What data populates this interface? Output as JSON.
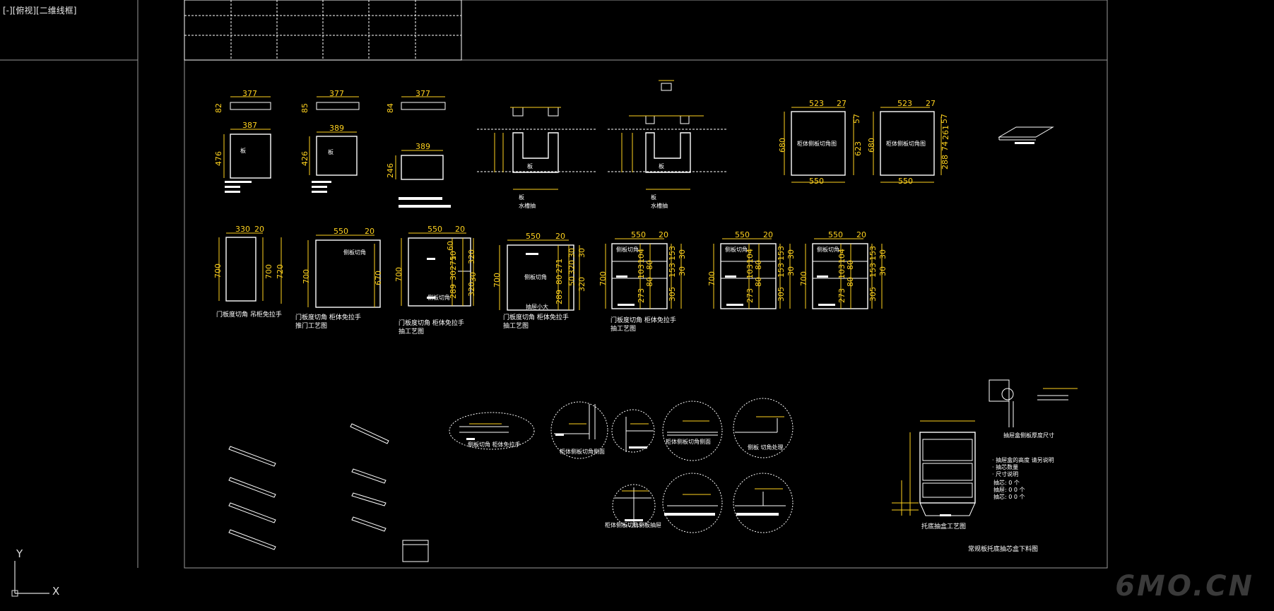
{
  "viewport": {
    "label": "[-][俯视][二维线框]"
  },
  "ucs": {
    "y_label": "Y",
    "x_label": "X"
  },
  "watermark": "6MO.CN",
  "colors": {
    "background": "#000000",
    "lines": "#ffffff",
    "dimension": "#ffd21e",
    "frame": "#bdbdbd"
  },
  "row1": {
    "dims_377": [
      "377",
      "377",
      "377"
    ],
    "dims_small": [
      "82",
      "85",
      "84"
    ],
    "dims_top2": [
      "387",
      "389",
      "389"
    ],
    "dims_height": [
      "476",
      "426",
      "246"
    ],
    "panel_label": "板",
    "sink_labels": [
      {
        "line1": "板",
        "line2": "水槽抽"
      },
      {
        "line1": "板",
        "line2": "水槽抽"
      }
    ],
    "cab_a": {
      "w": "523",
      "w2": "27",
      "h": "680",
      "h2": "623",
      "bw": "550",
      "text": "柜体侧板切角图",
      "r1": "57"
    },
    "cab_b": {
      "w": "523",
      "w2": "27",
      "h": "680",
      "h2": "261",
      "h3": "74",
      "h4": "288",
      "bw": "550",
      "text": "柜体侧板切角图",
      "r1": "57"
    }
  },
  "row2": {
    "d1": {
      "w": "330",
      "g": "20",
      "h": "700",
      "h2": "700",
      "h3": "720",
      "cap": "门板度切角 吊柜免拉手"
    },
    "d2": {
      "w": "550",
      "g": "20",
      "h": "700",
      "h2": "670",
      "cap1": "门板度切角 柜体免拉手",
      "cap2": "推门工艺图",
      "small": "侧板切角"
    },
    "d3": {
      "w": "550",
      "g": "20",
      "h": "700",
      "dims": [
        "60",
        "50",
        "271",
        "30",
        "289",
        "320",
        "320",
        "30"
      ],
      "cap1": "门板度切角 柜体免拉手",
      "cap2": "抽工艺图",
      "small": "侧板切角"
    },
    "d4": {
      "w": "550",
      "g": "20",
      "h": "700",
      "dims": [
        "271",
        "80",
        "289",
        "30",
        "30",
        "320",
        "320",
        "50"
      ],
      "cap1": "门板度切角 柜体免拉手",
      "cap2": "抽工艺图",
      "small1": "侧板切角",
      "small2": "抽屉小大"
    },
    "d5": {
      "w": "550",
      "g": "20",
      "h": "700",
      "dims": [
        "104",
        "80",
        "103",
        "80",
        "273",
        "153",
        "153",
        "305",
        "30",
        "30"
      ],
      "cap1": "门板度切角 柜体免拉手",
      "cap2": "抽工艺图",
      "small": "侧板切角"
    },
    "d6": {
      "w": "550",
      "g": "20",
      "h": "700",
      "dims": [
        "104",
        "80",
        "103",
        "80",
        "273",
        "153",
        "153",
        "305",
        "30",
        "30"
      ],
      "small": "侧板切角"
    },
    "d7": {
      "w": "550",
      "g": "20",
      "h": "700",
      "dims": [
        "104",
        "80",
        "103",
        "80",
        "273",
        "153",
        "153",
        "305",
        "30",
        "30"
      ],
      "small": "侧板切角"
    }
  },
  "details": {
    "ellipse_label": "侧板切角 柜体免拉手",
    "c1": "柜体侧板切角侧面",
    "c2": "",
    "c3": "柜体侧板切角侧面",
    "c4": "侧板 切角处理",
    "c5": "柜体侧板切角侧板抽屉",
    "title_right": "常规板托底抽芯盒下料图",
    "drawer_caption": "托底抽盒工艺图",
    "notes": [
      "· 抽屉盒的高度 请另说明",
      "· 抽芯数量",
      "· 尺寸说明"
    ],
    "notes2": [
      "抽芯: 0 个",
      "抽屉: 0 0 个",
      "抽芯: 0 0 个"
    ],
    "side_note": "抽屉盒侧板厚度尺寸"
  }
}
